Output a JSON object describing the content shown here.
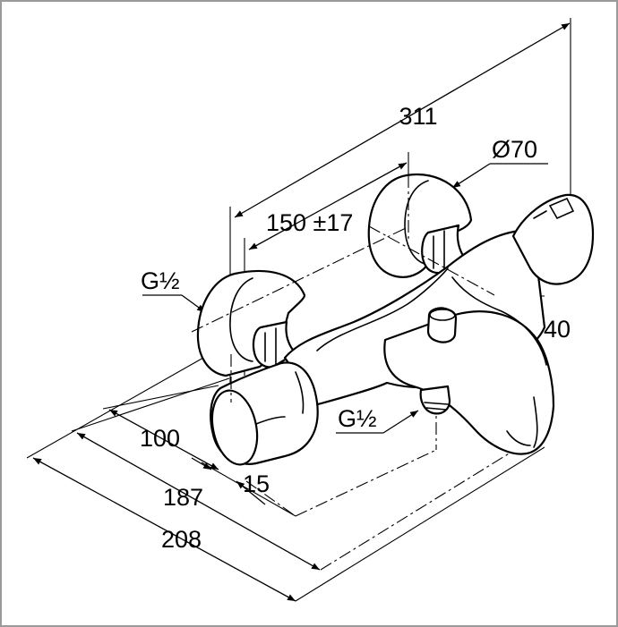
{
  "dimensions": {
    "overall_width": "311",
    "inlet_centers": "150 ±17",
    "rosette_diameter": "Ø70",
    "inlet_thread_left": "G½",
    "outlet_thread": "G½",
    "spout_height": "40",
    "depth_to_inlet": "100",
    "offset": "15",
    "depth_to_spout": "187",
    "total_depth": "208"
  }
}
